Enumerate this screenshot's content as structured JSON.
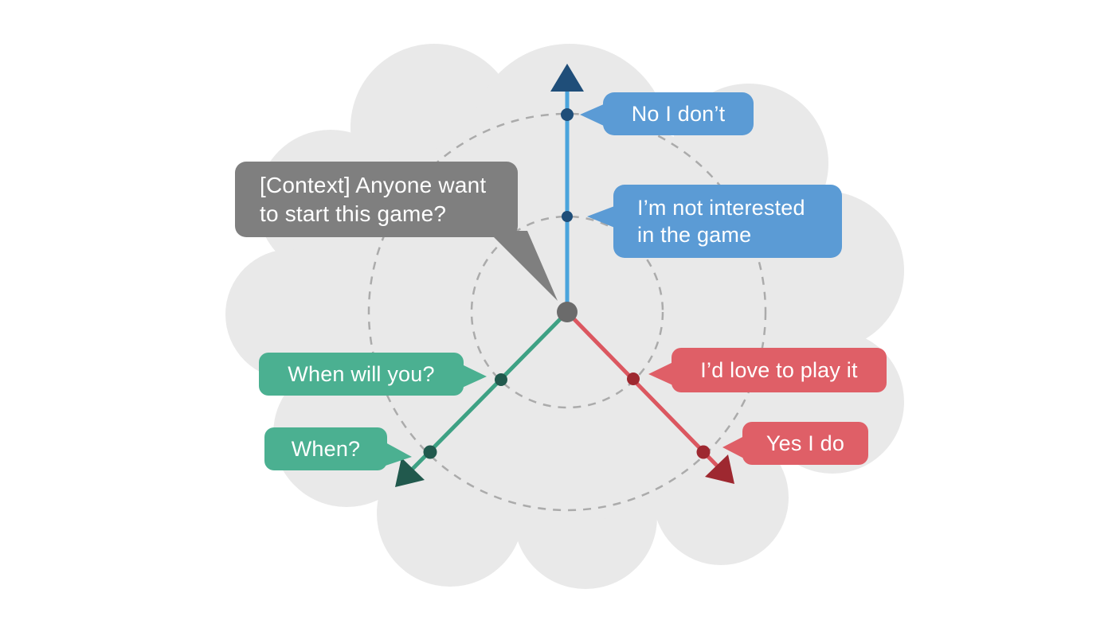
{
  "palette": {
    "cloud_background": "#e9e9e9",
    "dashed_circle_gray": "#ababab",
    "context_bubble_gray": "#7f7f7f",
    "origin_dot_gray": "#6b6b6b",
    "negative_bubble_blue": "#5b9bd5",
    "negative_axis_blue": "#4aa4dc",
    "negative_dark_blue": "#1f4e79",
    "positive_bubble_red": "#df5f67",
    "positive_axis_red": "#db5760",
    "positive_dark_red": "#9e2830",
    "followup_bubble_green": "#4bb091",
    "followup_axis_green": "#3ea184",
    "followup_dark_green": "#21594d"
  },
  "context_bubble": {
    "line1": "[Context] Anyone want",
    "line2": "to start this game?"
  },
  "responses": {
    "no_i_dont": {
      "label": "No I don’t"
    },
    "not_interested": {
      "line1": "I’m not interested",
      "line2": "in the game"
    },
    "love_to_play": {
      "label": "I’d love to play it"
    },
    "yes_i_do": {
      "label": "Yes I do"
    },
    "when_will_you": {
      "label": "When will you?"
    },
    "when": {
      "label": "When?"
    }
  }
}
